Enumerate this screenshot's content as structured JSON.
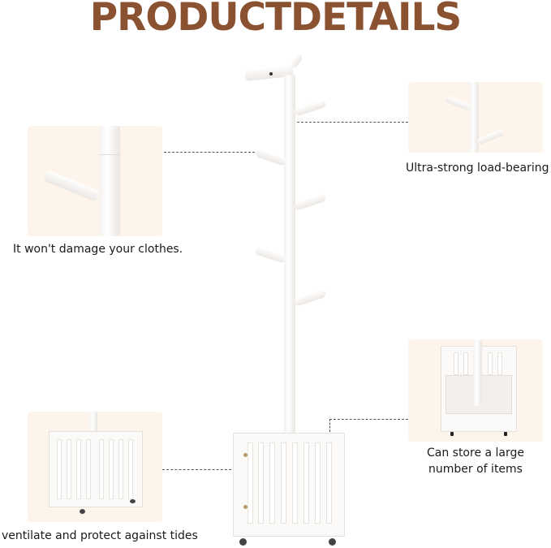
{
  "header": {
    "title": "PRODUCTDETAILS"
  },
  "colors": {
    "title": "#8a5230",
    "panel_bg": "#fdf5ec",
    "text": "#1a1a1a",
    "leader_line": "#555555"
  },
  "features": [
    {
      "id": "hook",
      "caption": "It won't damage your clothes.",
      "image": "hook-closeup"
    },
    {
      "id": "load",
      "caption": "Ultra-strong load-bearing",
      "image": "pole-hooks-closeup"
    },
    {
      "id": "storage",
      "caption_line1": "Can store a large",
      "caption_line2": "number of items",
      "image": "basket-top-view"
    },
    {
      "id": "ventilate",
      "caption": "ventilate and protect against tides",
      "image": "basket-with-wheels"
    }
  ],
  "product": {
    "name": "coat-rack-with-storage-basket",
    "hook_count": 7
  }
}
